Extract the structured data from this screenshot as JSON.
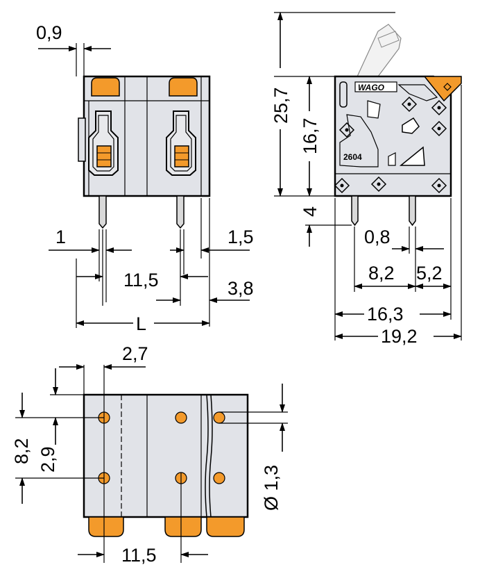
{
  "front_view": {
    "dim_top": "0,9",
    "dim_left_bottom": "1",
    "dim_right_1": "1,5",
    "dim_pitch": "11,5",
    "dim_right_2": "3,8",
    "dim_length": "L"
  },
  "side_view": {
    "dim_total_height": "25,7",
    "dim_body_height": "16,7",
    "dim_pin_length": "4",
    "dim_pin_width": "0,8",
    "dim_pin_spacing": "8,2",
    "dim_pin_offset": "5,2",
    "dim_depth": "16,3",
    "dim_total_depth": "19,2",
    "logo_text": "WAGO",
    "part_number": "2604"
  },
  "bottom_view": {
    "dim_edge_offset": "2,7",
    "dim_row_spacing": "8,2",
    "dim_hole_offset": "2,9",
    "dim_hole_diameter": "Ø 1,3",
    "dim_pitch": "11,5"
  },
  "colors": {
    "housing": "#e1e3e8",
    "actuator": "#f39a2b"
  }
}
